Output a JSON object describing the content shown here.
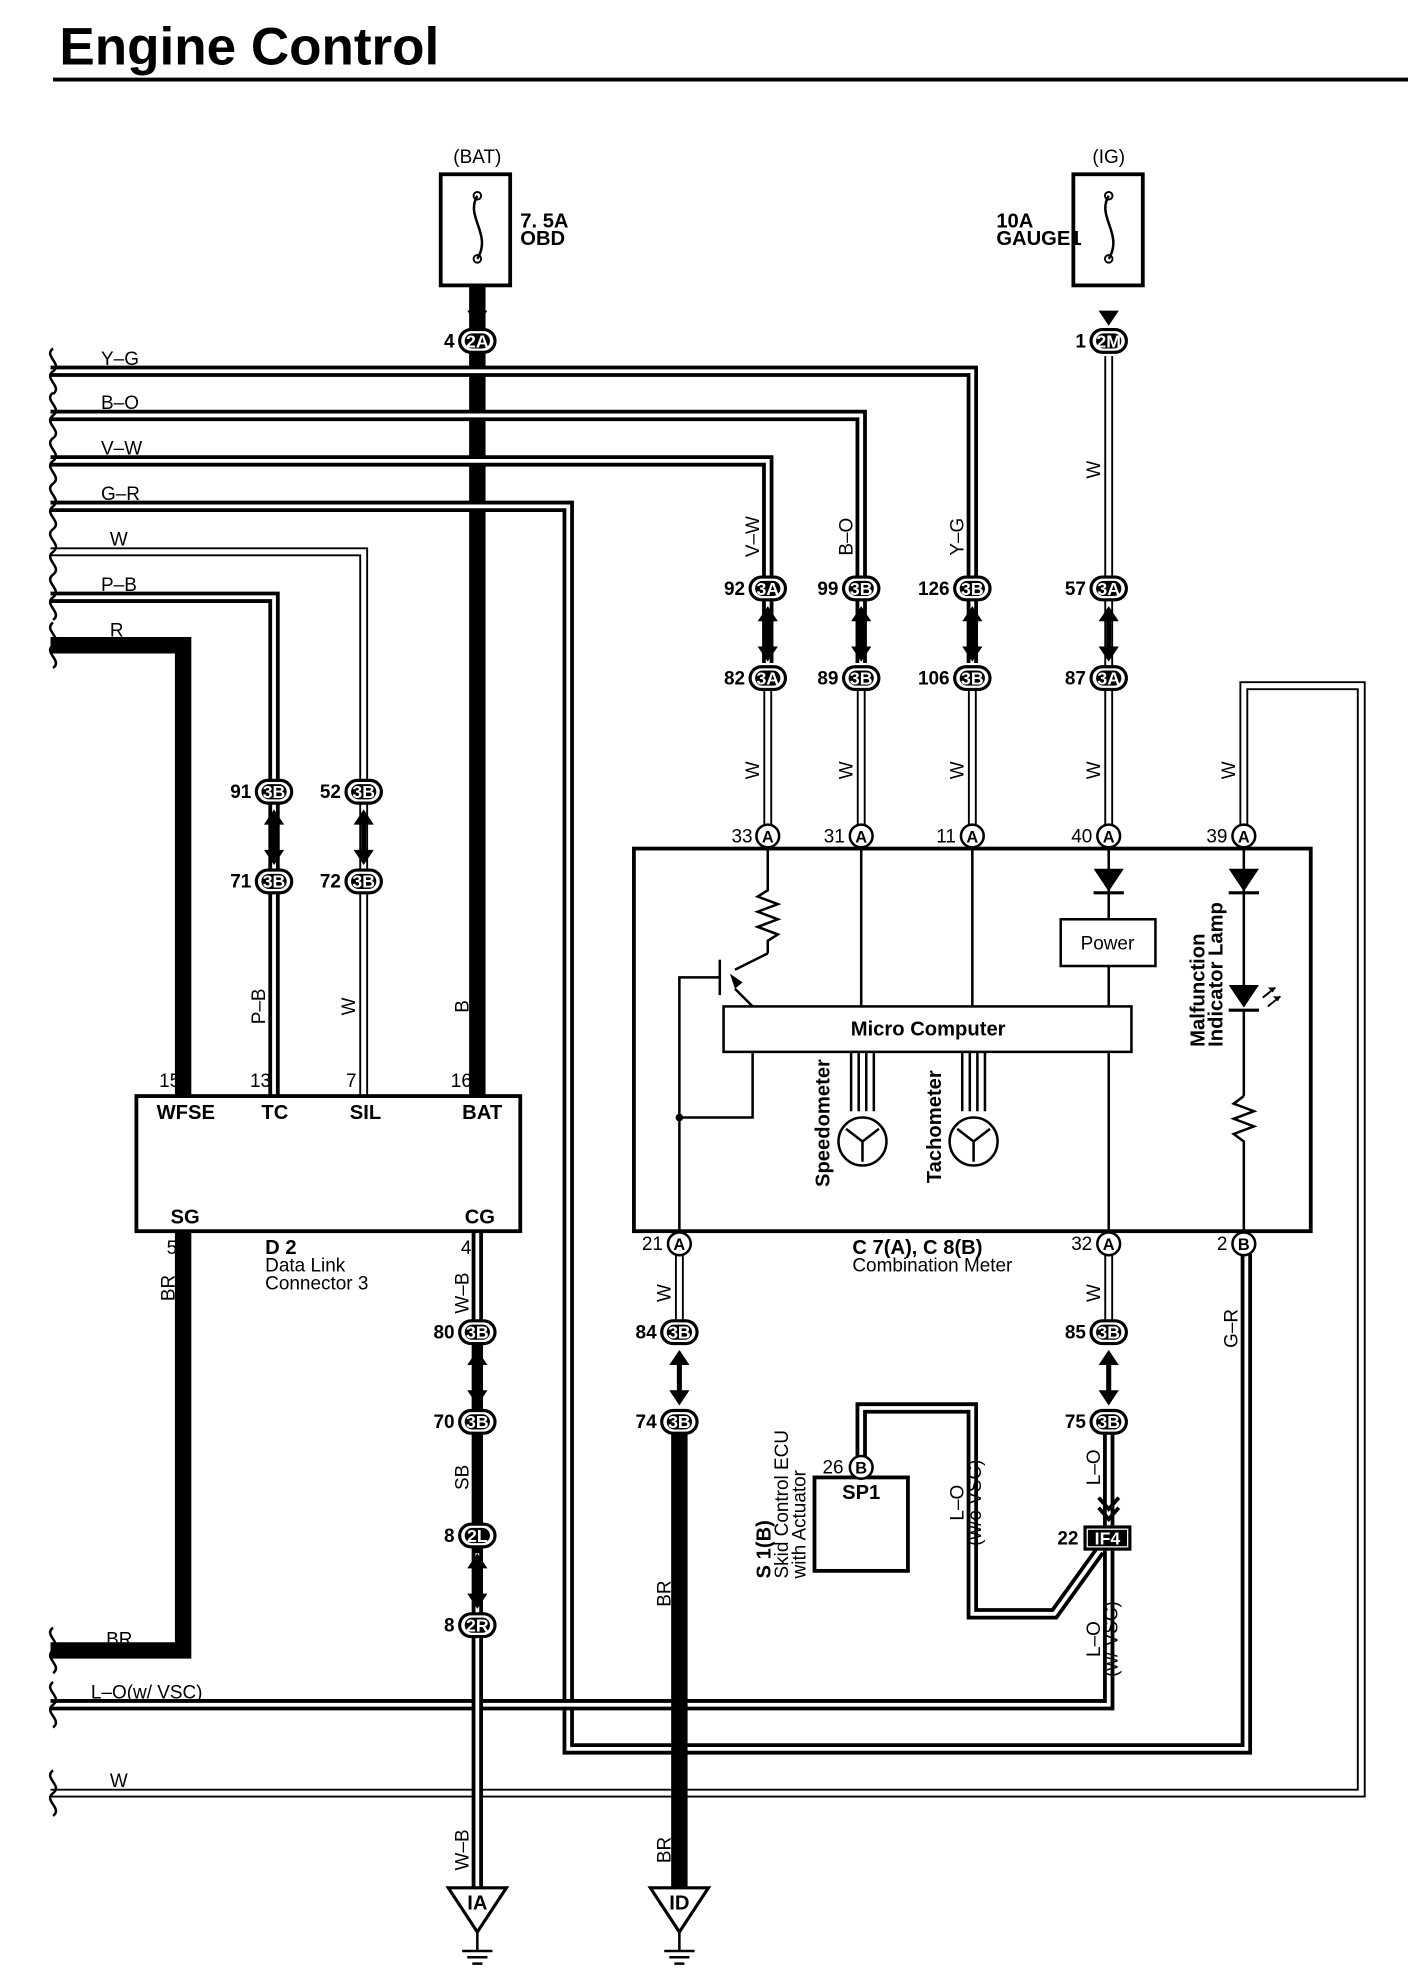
{
  "title": "Engine Control",
  "fuses": [
    {
      "source": "(BAT)",
      "rating": "7. 5A",
      "name": "OBD"
    },
    {
      "source": "(IG)",
      "rating": "10A",
      "name": "GAUGE1"
    }
  ],
  "left_wires": [
    "Y–G",
    "B–O",
    "V–W",
    "G–R",
    "W",
    "P–B",
    "R",
    "BR",
    "L–O(w/ VSC)",
    "W"
  ],
  "connectors": {
    "c2A": {
      "pin": "4",
      "code": "2A"
    },
    "c2M": {
      "pin": "1",
      "code": "2M"
    },
    "c92": {
      "pin": "92",
      "code": "3A"
    },
    "c99": {
      "pin": "99",
      "code": "3B"
    },
    "c126": {
      "pin": "126",
      "code": "3B"
    },
    "c57": {
      "pin": "57",
      "code": "3A"
    },
    "c82": {
      "pin": "82",
      "code": "3A"
    },
    "c89": {
      "pin": "89",
      "code": "3B"
    },
    "c106": {
      "pin": "106",
      "code": "3B"
    },
    "c87": {
      "pin": "87",
      "code": "3A"
    },
    "c91": {
      "pin": "91",
      "code": "3B"
    },
    "c52": {
      "pin": "52",
      "code": "3B"
    },
    "c71": {
      "pin": "71",
      "code": "3B"
    },
    "c72": {
      "pin": "72",
      "code": "3B"
    },
    "c80": {
      "pin": "80",
      "code": "3B"
    },
    "c70": {
      "pin": "70",
      "code": "3B"
    },
    "c8a": {
      "pin": "8",
      "code": "2L"
    },
    "c8b": {
      "pin": "8",
      "code": "2R"
    },
    "c84": {
      "pin": "84",
      "code": "3B"
    },
    "c74": {
      "pin": "74",
      "code": "3B"
    },
    "c85": {
      "pin": "85",
      "code": "3B"
    },
    "c75": {
      "pin": "75",
      "code": "3B"
    },
    "cIF4": {
      "pin": "22",
      "code": "IF4"
    }
  },
  "wire_labels": {
    "vw": "V–W",
    "bo": "B–O",
    "yg": "Y–G",
    "w_ig": "W",
    "w33": "W",
    "w31": "W",
    "w11": "W",
    "w40": "W",
    "w39": "W",
    "pb": "P–B",
    "w_sil": "W",
    "b_bat": "B",
    "br_left": "BR",
    "wb_top": "W–B",
    "sb": "SB",
    "w21": "W",
    "br_mid": "BR",
    "w32": "W",
    "gr_right": "G–R",
    "lo_top": "L–O",
    "lo_wo": "L–O",
    "wo_vsc": "(w/o VSC)",
    "lo_w": "L–O",
    "w_vsc": "(w/ VSC)",
    "wb_bot": "W–B",
    "br_bot": "BR"
  },
  "dlc": {
    "pins_top": [
      {
        "num": "15",
        "name": "WFSE"
      },
      {
        "num": "13",
        "name": "TC"
      },
      {
        "num": "7",
        "name": "SIL"
      },
      {
        "num": "16",
        "name": "BAT"
      }
    ],
    "pins_bottom": [
      {
        "num": "5",
        "name": "SG"
      },
      {
        "num": "4",
        "name": "CG"
      }
    ],
    "id": "D 2",
    "name1": "Data Link",
    "name2": "Connector 3"
  },
  "meter": {
    "pins_top": [
      {
        "num": "33",
        "letter": "A"
      },
      {
        "num": "31",
        "letter": "A"
      },
      {
        "num": "11",
        "letter": "A"
      },
      {
        "num": "40",
        "letter": "A"
      },
      {
        "num": "39",
        "letter": "A"
      }
    ],
    "pins_bottom": [
      {
        "num": "21",
        "letter": "A"
      },
      {
        "num": "32",
        "letter": "A"
      },
      {
        "num": "2",
        "letter": "B"
      }
    ],
    "power": "Power",
    "micro": "Micro Computer",
    "speedometer": "Speedometer",
    "tachometer": "Tachometer",
    "mil1": "Malfunction",
    "mil2": "Indicator Lamp",
    "id": "C 7(A), C 8(B)",
    "name": "Combination Meter"
  },
  "skid": {
    "pin": "26",
    "letter": "B",
    "box": "SP1",
    "id": "S 1(B)",
    "name1": "Skid Control ECU",
    "name2": "with Actuator"
  },
  "grounds": [
    "IA",
    "ID"
  ]
}
